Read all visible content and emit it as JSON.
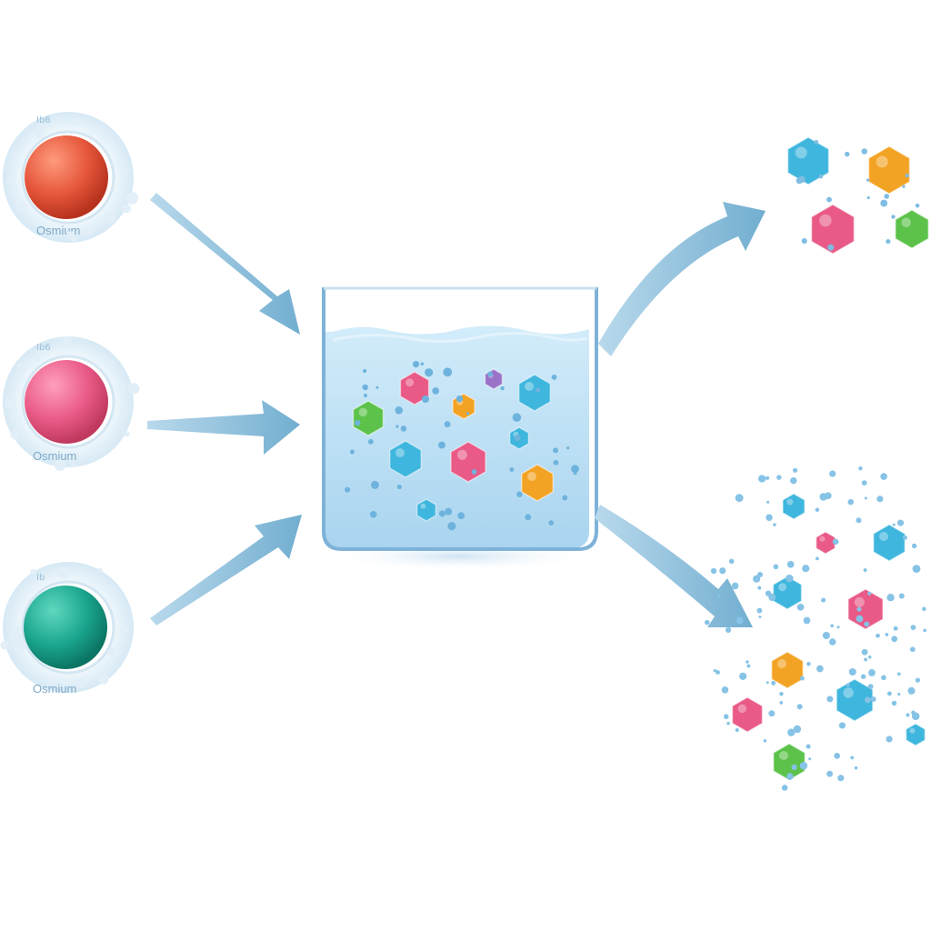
{
  "colors": {
    "arrow": "#7fb4d3",
    "water": "#bfe0f4",
    "beaker_edge": "#7fb2d8",
    "red": "#e5553a",
    "pink": "#e95a86",
    "teal": "#1aa58e",
    "cyan": "#3fb6de",
    "orange": "#f3a324",
    "green": "#5cc24a",
    "purple": "#9a73c9",
    "halo": "#dcebf6"
  },
  "inputs": [
    {
      "color": "red",
      "label": "Osmium",
      "tag": "Ib6"
    },
    {
      "color": "pink",
      "label": "Osmium",
      "tag": "Ib6"
    },
    {
      "color": "teal",
      "label": "Osmium",
      "tag": "Ib"
    }
  ],
  "beaker": {
    "name": "beaker",
    "particle_colors": [
      "pink",
      "purple",
      "cyan",
      "green",
      "orange",
      "cyan",
      "pink",
      "orange",
      "cyan",
      "cyan"
    ]
  },
  "outputs": [
    {
      "name": "dispersed-cluster-small",
      "particle_colors": [
        "cyan",
        "orange",
        "pink",
        "green"
      ]
    },
    {
      "name": "dispersed-cluster-large",
      "particle_colors": [
        "cyan",
        "cyan",
        "pink",
        "cyan",
        "pink",
        "orange",
        "cyan",
        "pink",
        "cyan",
        "green"
      ]
    }
  ],
  "icons": [
    "sphere-icon",
    "arrow-icon",
    "beaker-icon",
    "hexagon-particle-icon"
  ]
}
